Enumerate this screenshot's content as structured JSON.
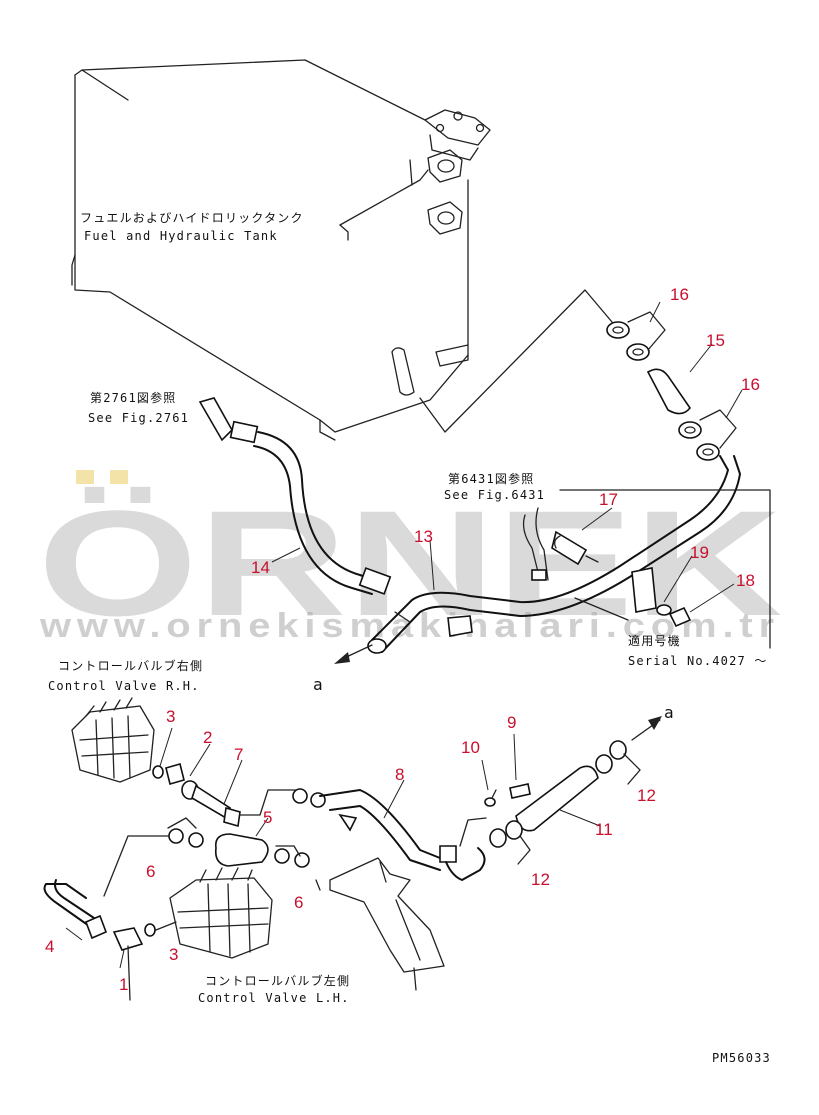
{
  "tank": {
    "label_jp": "フュエルおよびハイドロリックタンク",
    "label_en": "Fuel and Hydraulic Tank"
  },
  "refs": [
    {
      "jp": "第2761図参照",
      "en": "See Fig.2761"
    },
    {
      "jp": "第6431図参照",
      "en": "See Fig.6431"
    }
  ],
  "serial": {
    "jp": "適用号機",
    "en": "Serial No.4027 ～"
  },
  "valve_rh": {
    "jp": "コントロールバルブ右側",
    "en": "Control Valve R.H."
  },
  "valve_lh": {
    "jp": "コントロールバルブ左側",
    "en": "Control Valve L.H."
  },
  "arrow_labels": [
    "a",
    "a"
  ],
  "callouts": {
    "c1": "1",
    "c2": "2",
    "c3a": "3",
    "c3b": "3",
    "c4": "4",
    "c5": "5",
    "c6a": "6",
    "c6b": "6",
    "c7": "7",
    "c8": "8",
    "c9": "9",
    "c10": "10",
    "c11": "11",
    "c12a": "12",
    "c12b": "12",
    "c13": "13",
    "c14": "14",
    "c15": "15",
    "c16a": "16",
    "c16b": "16",
    "c17": "17",
    "c18": "18",
    "c19": "19"
  },
  "watermark": {
    "logo": "ÖRNEK",
    "url": "www.ornekismakinalari.com.tr"
  },
  "code": "PM56033",
  "colors": {
    "callout": "#c8102e",
    "line": "#222222",
    "watermark": "#bdbdbd",
    "watermark_dots": "#f3e3a8"
  }
}
